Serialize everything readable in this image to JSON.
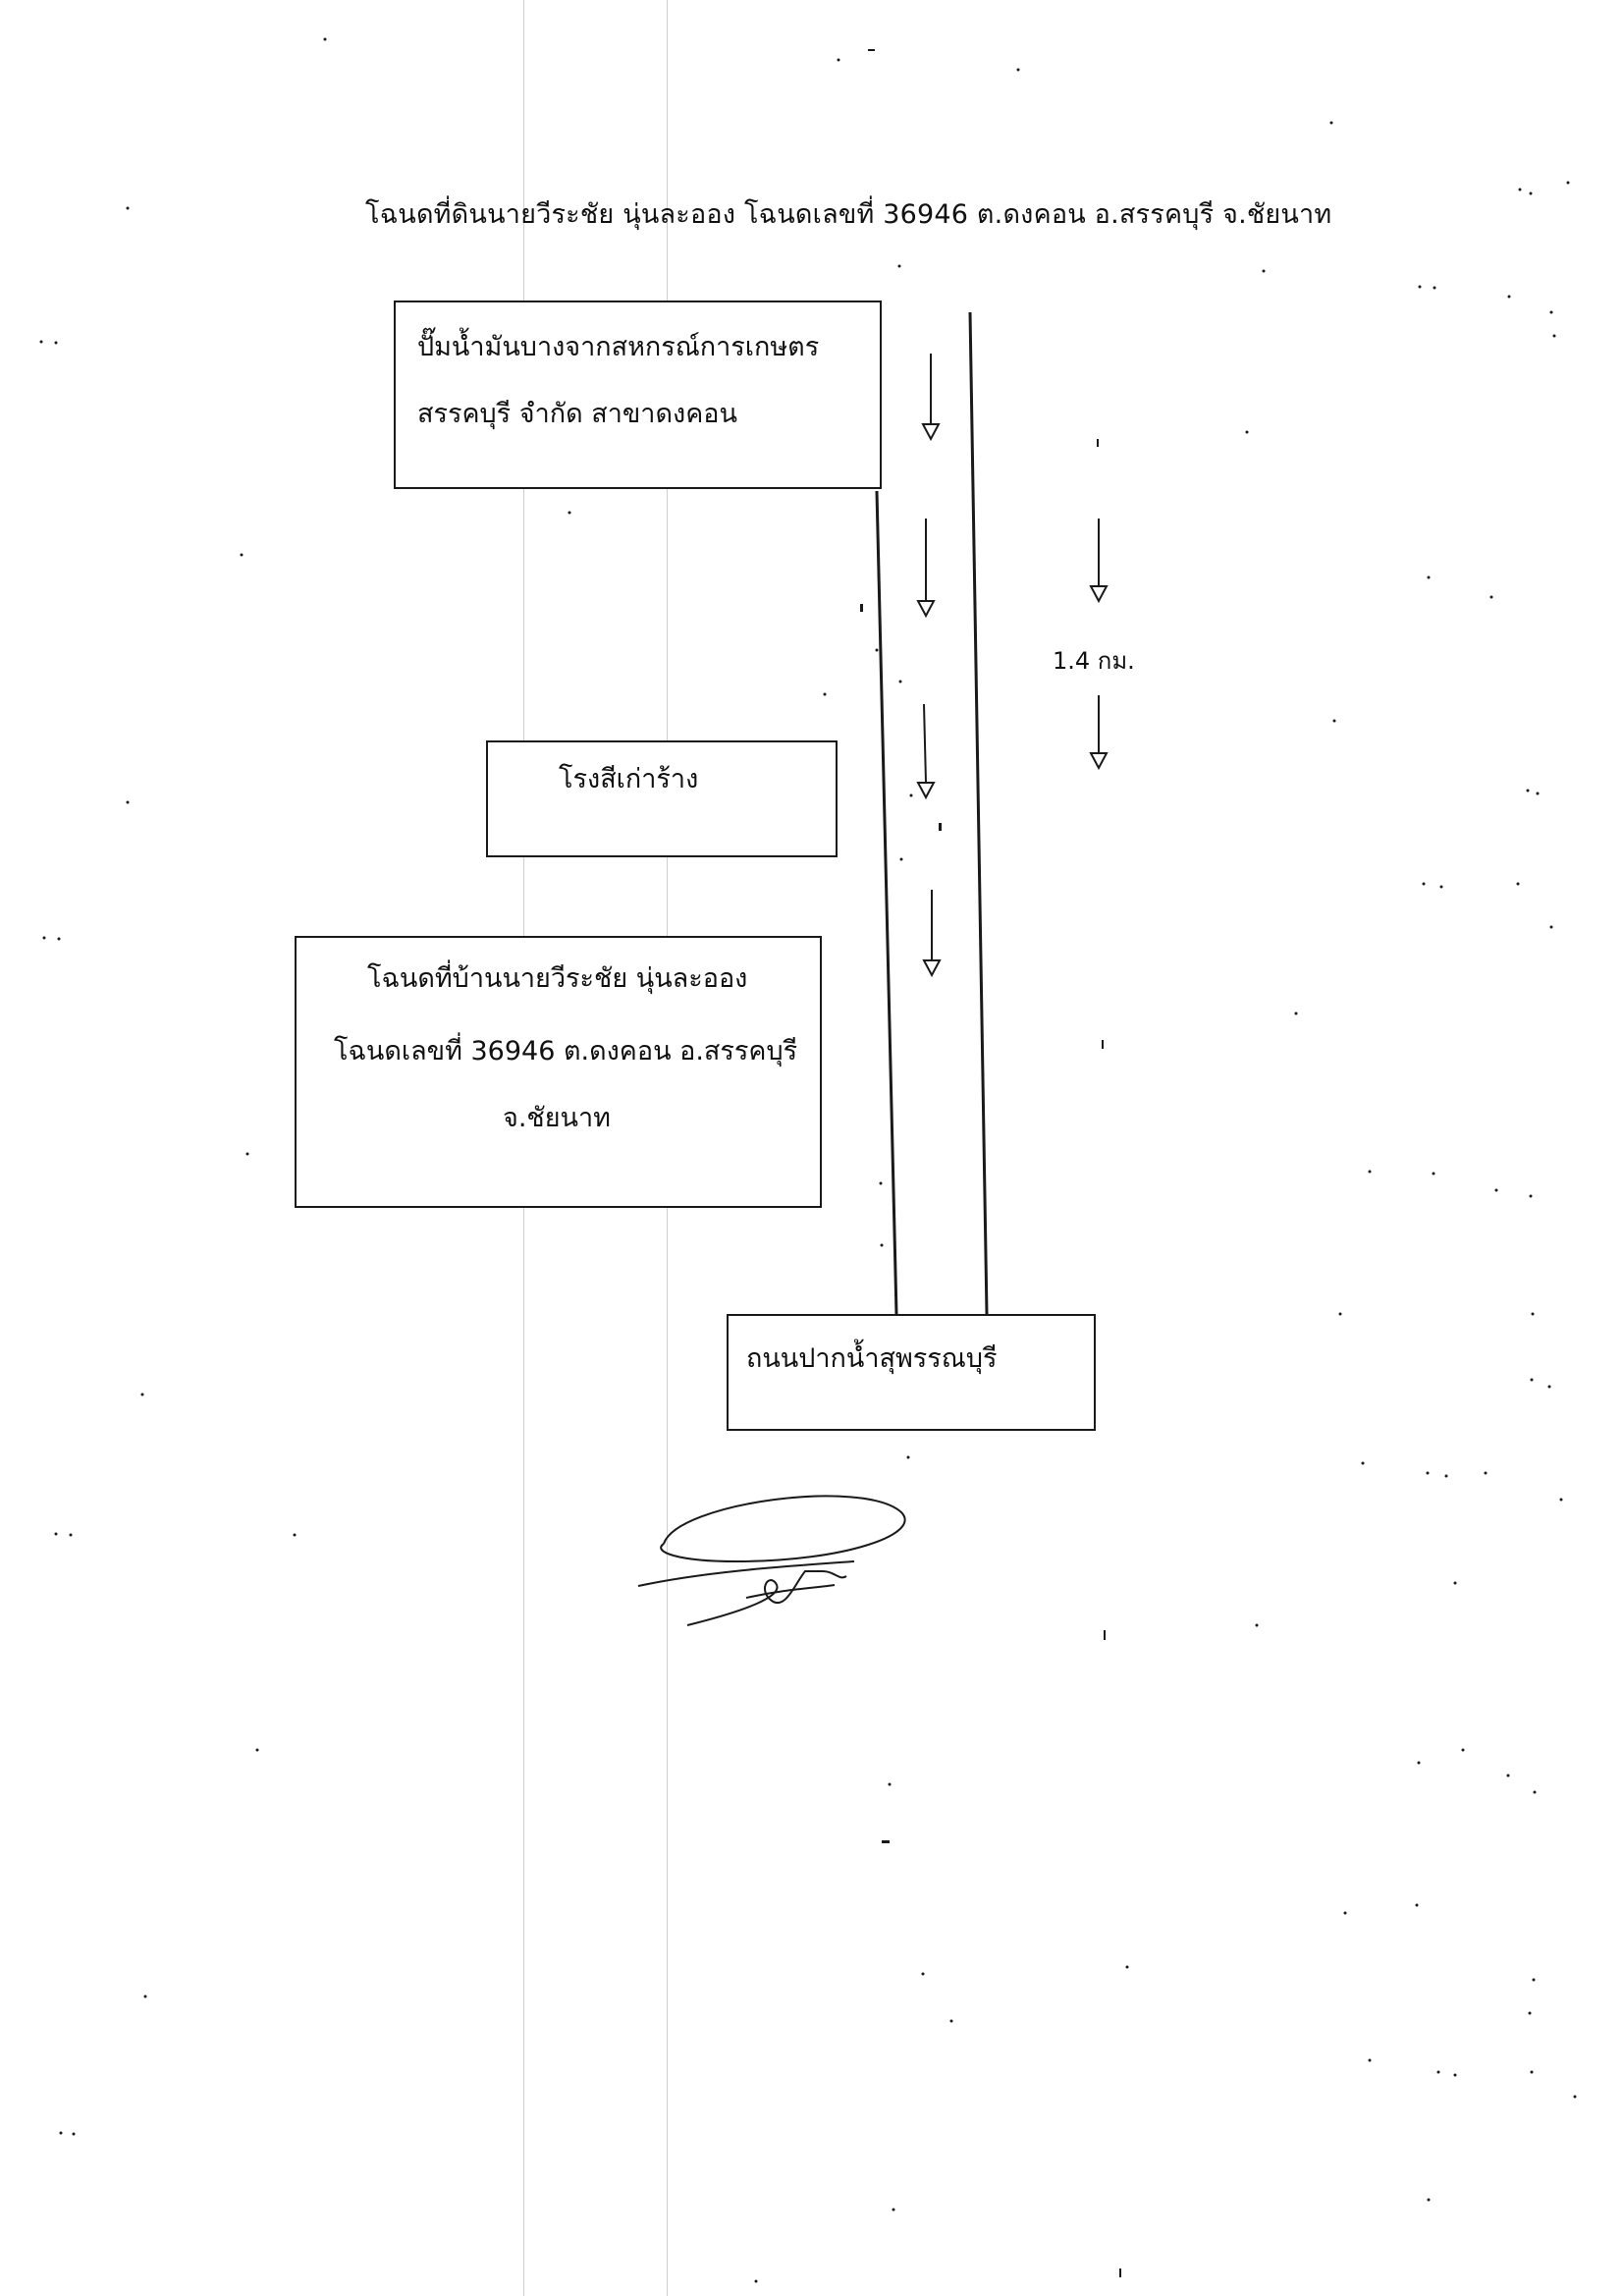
{
  "document": {
    "title": "โฉนดที่ดินนายวีระชัย นุ่นละออง โฉนดเลขที่ 36946  ต.ดงคอน อ.สรรคบุรี จ.ชัยนาท"
  },
  "boxes": {
    "gas_station": {
      "line1": "ปั๊มน้ำมันบางจากสหกรณ์การเกษตร",
      "line2": "สรรคบุรี จำกัด สาขาดงคอน"
    },
    "abandoned_mill": {
      "line1": "โรงสีเก่าร้าง"
    },
    "house_deed": {
      "line1": "โฉนดที่บ้านนายวีระชัย นุ่นละออง",
      "line2": "โฉนดเลขที่ 36946  ต.ดงคอน อ.สรรคบุรี",
      "line3": "จ.ชัยนาท"
    },
    "main_road": {
      "line1": "ถนนปากน้ำสุพรรณบุรี"
    }
  },
  "distance_label": "1.4 กม.",
  "colors": {
    "ink": "#1a1a1a",
    "paper": "#ffffff",
    "scan_line": "#cfcfcf"
  },
  "icons": [
    "down-arrow-icon",
    "signature-mark"
  ]
}
